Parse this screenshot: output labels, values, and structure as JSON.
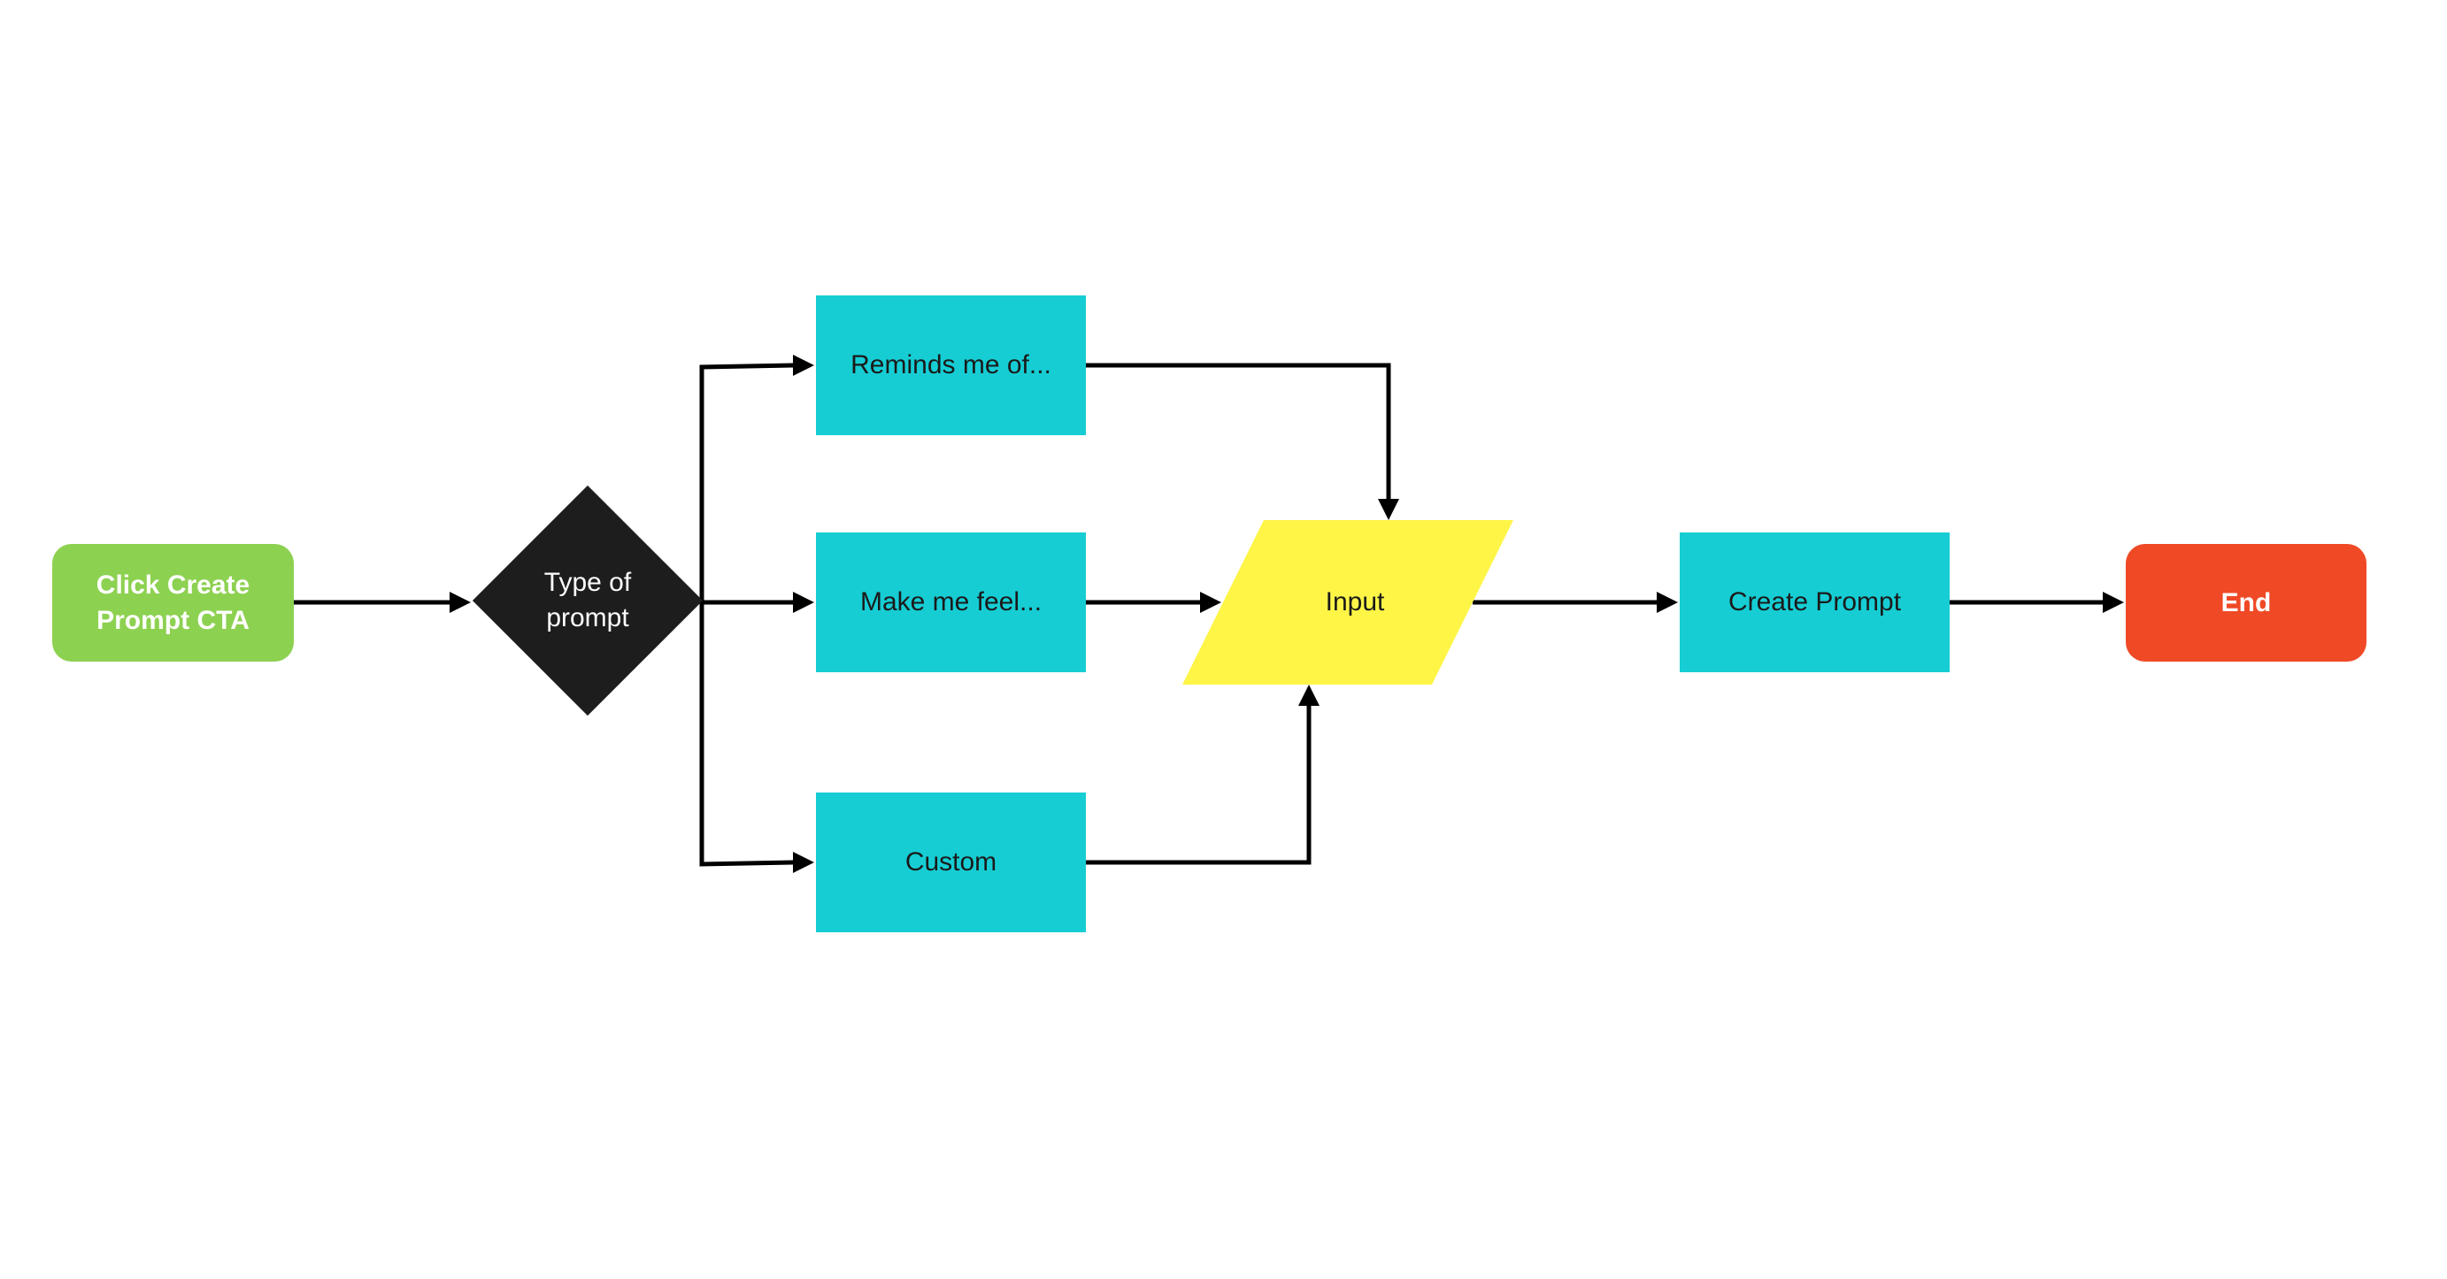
{
  "diagram": {
    "nodes": {
      "start": {
        "label": "Click Create Prompt CTA",
        "color": "#8dd151"
      },
      "decision": {
        "label": "Type of prompt",
        "color": "#1d1d1d"
      },
      "reminds": {
        "label": "Reminds me of...",
        "color": "#16cdd4"
      },
      "feel": {
        "label": "Make me feel...",
        "color": "#16cdd4"
      },
      "custom": {
        "label": "Custom",
        "color": "#16cdd4"
      },
      "input": {
        "label": "Input",
        "color": "#fef547"
      },
      "create": {
        "label": "Create Prompt",
        "color": "#16cdd4"
      },
      "end": {
        "label": "End",
        "color": "#ef4926"
      }
    },
    "edges": [
      {
        "from": "start",
        "to": "decision"
      },
      {
        "from": "decision",
        "to": "reminds"
      },
      {
        "from": "decision",
        "to": "feel"
      },
      {
        "from": "decision",
        "to": "custom"
      },
      {
        "from": "reminds",
        "to": "input"
      },
      {
        "from": "feel",
        "to": "input"
      },
      {
        "from": "custom",
        "to": "input"
      },
      {
        "from": "input",
        "to": "create"
      },
      {
        "from": "create",
        "to": "end"
      }
    ]
  }
}
